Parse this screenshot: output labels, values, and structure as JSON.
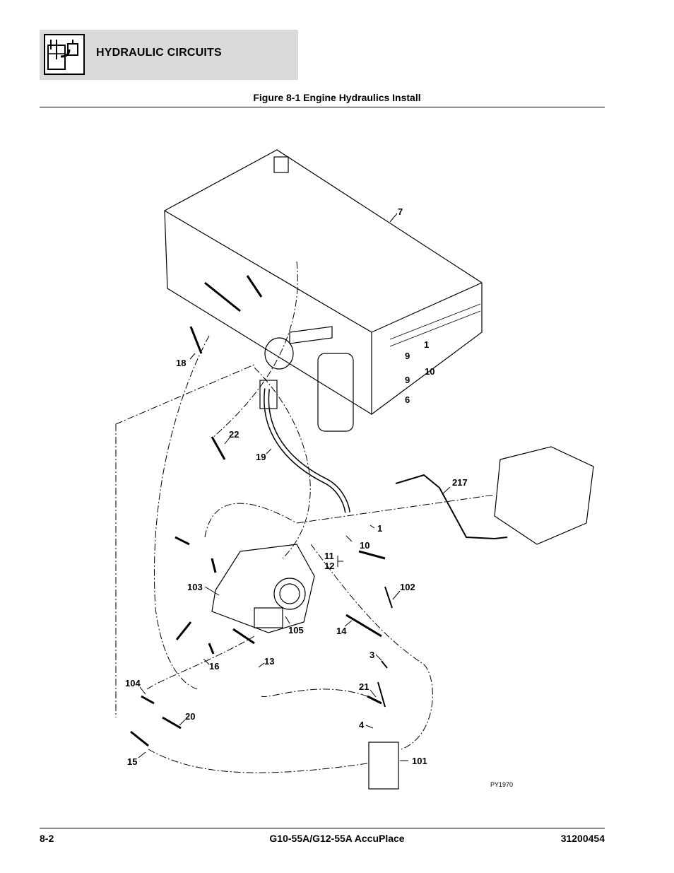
{
  "header": {
    "section_title": "HYDRAULIC CIRCUITS",
    "icon": "hydraulic-circuit-icon"
  },
  "figure": {
    "title": "Figure 8-1 Engine Hydraulics Install",
    "drawing_code": "PY1970"
  },
  "callouts": [
    "7",
    "1",
    "9",
    "9",
    "10",
    "6",
    "18",
    "22",
    "19",
    "217",
    "1",
    "10",
    "11",
    "12",
    "103",
    "102",
    "105",
    "14",
    "3",
    "16",
    "13",
    "104",
    "21",
    "20",
    "4",
    "15",
    "101"
  ],
  "footer": {
    "page": "8-2",
    "model": "G10-55A/G12-55A AccuPlace",
    "doc_number": "31200454"
  }
}
